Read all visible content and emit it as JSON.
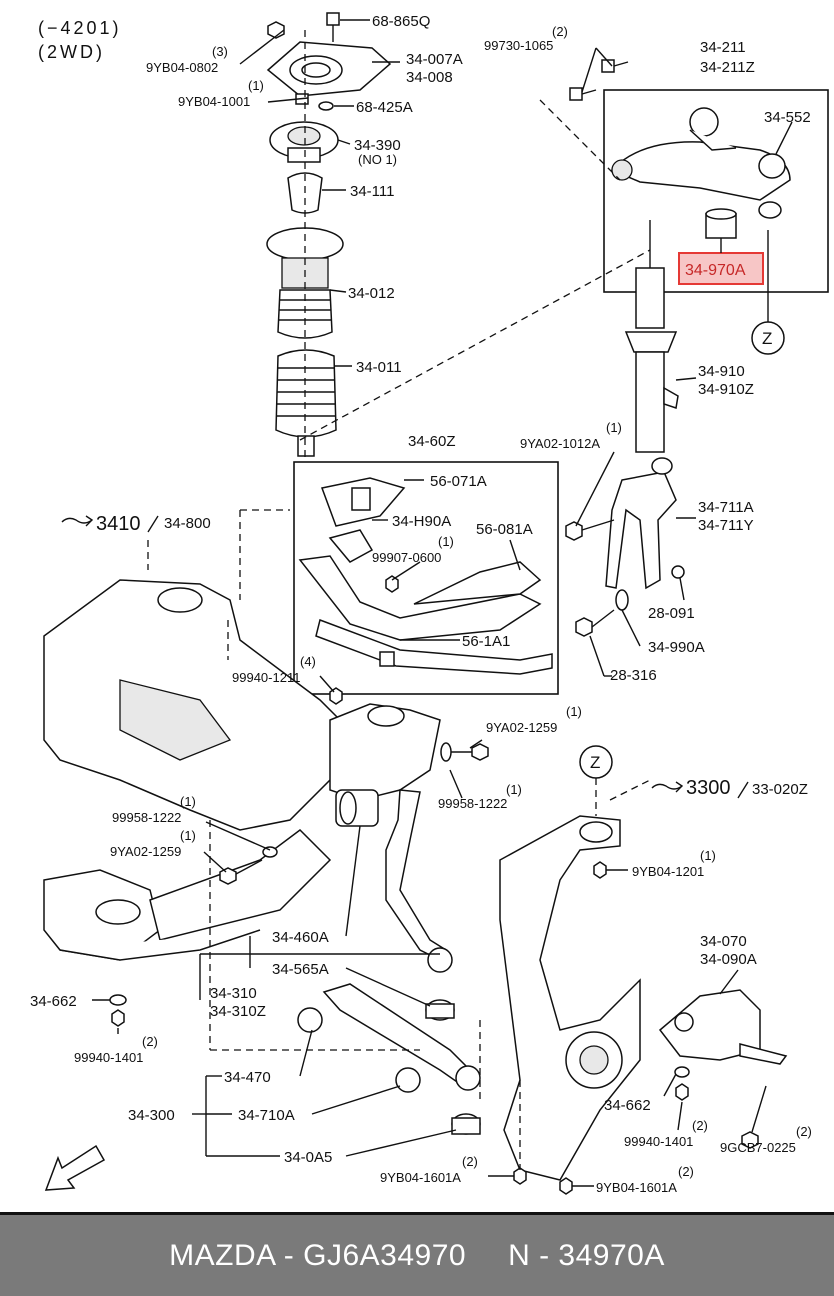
{
  "header": {
    "range": "(−4201)",
    "drive": "(2WD)"
  },
  "highlight_color": "#e53935",
  "highlight_fill": "#f7c6c6",
  "callouts": [
    {
      "id": "c68865q",
      "text": "68-865Q"
    },
    {
      "id": "c9yb04_0802_q",
      "text": "(3)"
    },
    {
      "id": "c9yb04_0802",
      "text": "9YB04-0802"
    },
    {
      "id": "c34007a",
      "text": "34-007A"
    },
    {
      "id": "c34008",
      "text": "34-008"
    },
    {
      "id": "c9yb04_1001_q",
      "text": "(1)"
    },
    {
      "id": "c9yb04_1001",
      "text": "9YB04-1001"
    },
    {
      "id": "c68425a",
      "text": "68-425A"
    },
    {
      "id": "c34390",
      "text": "34-390"
    },
    {
      "id": "c34390no",
      "text": "(NO 1)"
    },
    {
      "id": "c34111",
      "text": "34-111"
    },
    {
      "id": "c34012",
      "text": "34-012"
    },
    {
      "id": "c34011",
      "text": "34-011"
    },
    {
      "id": "c99730_q",
      "text": "(2)"
    },
    {
      "id": "c99730",
      "text": "99730-1065"
    },
    {
      "id": "c34211",
      "text": "34-211"
    },
    {
      "id": "c34211z",
      "text": "34-211Z"
    },
    {
      "id": "c34552",
      "text": "34-552"
    },
    {
      "id": "c34970a",
      "text": "34-970A"
    },
    {
      "id": "cz1",
      "text": "Z"
    },
    {
      "id": "c34910",
      "text": "34-910"
    },
    {
      "id": "c34910z",
      "text": "34-910Z"
    },
    {
      "id": "c9ya02_1012_q",
      "text": "(1)"
    },
    {
      "id": "c9ya02_1012",
      "text": "9YA02-1012A"
    },
    {
      "id": "c3460z",
      "text": "34-60Z"
    },
    {
      "id": "c56071a",
      "text": "56-071A"
    },
    {
      "id": "c34h90a",
      "text": "34-H90A"
    },
    {
      "id": "c56081a",
      "text": "56-081A"
    },
    {
      "id": "c99907_q",
      "text": "(1)"
    },
    {
      "id": "c99907",
      "text": "99907-0600"
    },
    {
      "id": "c561a1",
      "text": "56-1A1"
    },
    {
      "id": "c34711a",
      "text": "34-711A"
    },
    {
      "id": "c34711y",
      "text": "34-711Y"
    },
    {
      "id": "c28091",
      "text": "28-091"
    },
    {
      "id": "c34990a",
      "text": "34-990A"
    },
    {
      "id": "c28316",
      "text": "28-316"
    },
    {
      "id": "c3410",
      "text": "3410"
    },
    {
      "id": "c34800",
      "text": "34-800"
    },
    {
      "id": "c99940_1211_q",
      "text": "(4)"
    },
    {
      "id": "c99940_1211",
      "text": "99940-1211"
    },
    {
      "id": "c9ya02_1259a_q",
      "text": "(1)"
    },
    {
      "id": "c9ya02_1259a",
      "text": "9YA02-1259"
    },
    {
      "id": "c99958a_q",
      "text": "(1)"
    },
    {
      "id": "c99958a",
      "text": "99958-1222"
    },
    {
      "id": "c99958b_q",
      "text": "(1)"
    },
    {
      "id": "c99958b",
      "text": "99958-1222"
    },
    {
      "id": "c9ya02_1259b_q",
      "text": "(1)"
    },
    {
      "id": "c9ya02_1259b",
      "text": "9YA02-1259"
    },
    {
      "id": "cz2",
      "text": "Z"
    },
    {
      "id": "c3300",
      "text": "3300"
    },
    {
      "id": "c33020z",
      "text": "33-020Z"
    },
    {
      "id": "c9yb04_1201_q",
      "text": "(1)"
    },
    {
      "id": "c9yb04_1201",
      "text": "9YB04-1201"
    },
    {
      "id": "c34460a",
      "text": "34-460A"
    },
    {
      "id": "c34565a",
      "text": "34-565A"
    },
    {
      "id": "c34310",
      "text": "34-310"
    },
    {
      "id": "c34310z",
      "text": "34-310Z"
    },
    {
      "id": "c34662a",
      "text": "34-662"
    },
    {
      "id": "c99940_1401a_q",
      "text": "(2)"
    },
    {
      "id": "c99940_1401a",
      "text": "99940-1401"
    },
    {
      "id": "c34070",
      "text": "34-070"
    },
    {
      "id": "c34090a",
      "text": "34-090A"
    },
    {
      "id": "c34470",
      "text": "34-470"
    },
    {
      "id": "c34300",
      "text": "34-300"
    },
    {
      "id": "c34710a",
      "text": "34-710A"
    },
    {
      "id": "c340a5",
      "text": "34-0A5"
    },
    {
      "id": "c34662b",
      "text": "34-662"
    },
    {
      "id": "c99940_1401b_q",
      "text": "(2)"
    },
    {
      "id": "c99940_1401b",
      "text": "99940-1401"
    },
    {
      "id": "c9gcb7_q",
      "text": "(2)"
    },
    {
      "id": "c9gcb7",
      "text": "9GCB7-0225"
    },
    {
      "id": "c9yb04_1601a_q",
      "text": "(2)"
    },
    {
      "id": "c9yb04_1601a",
      "text": "9YB04-1601A"
    },
    {
      "id": "c9yb04_1601b_q",
      "text": "(2)"
    },
    {
      "id": "c9yb04_1601b",
      "text": "9YB04-1601A"
    },
    {
      "id": "cfwd",
      "text": "FWD"
    }
  ],
  "footer": {
    "brand_part": "MAZDA - GJ6A34970",
    "number": "N - 34970A"
  }
}
